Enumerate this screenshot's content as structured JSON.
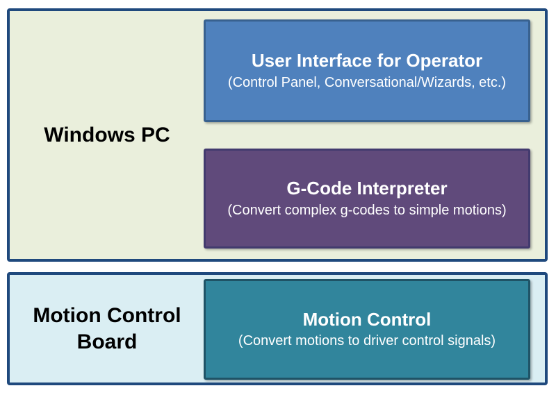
{
  "diagram": {
    "sections": [
      {
        "label": "Windows PC",
        "fill": "#eaefdc",
        "border_color": "#1f497d",
        "blocks": [
          {
            "title": "User Interface for Operator",
            "subtitle": "(Control Panel, Conversational/Wizards, etc.)",
            "fill": "#4f81bd",
            "border_color": "#38618f",
            "text_color": "#ffffff"
          },
          {
            "title": "G-Code Interpreter",
            "subtitle": "(Convert complex g-codes to simple motions)",
            "fill": "#604a7b",
            "border_color": "#423a6e",
            "text_color": "#ffffff"
          }
        ]
      },
      {
        "label": "Motion Control Board",
        "fill": "#daeef3",
        "border_color": "#1f497d",
        "blocks": [
          {
            "title": "Motion Control",
            "subtitle": "(Convert motions to driver control signals)",
            "fill": "#31859c",
            "border_color": "#1f5366",
            "text_color": "#ffffff"
          }
        ]
      }
    ]
  }
}
